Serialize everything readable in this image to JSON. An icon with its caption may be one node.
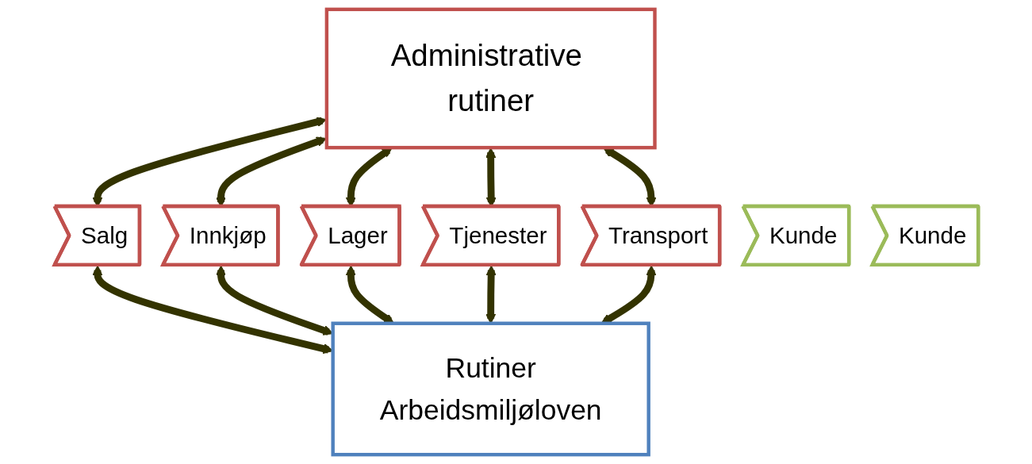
{
  "diagram": {
    "nodes": [
      {
        "text": [
          "Administrative rutiner"
        ]
      },
      {
        "text": [
          "Kunde"
        ]
      },
      {
        "text": [
          "Salg"
        ]
      },
      {
        "text": [
          "Innkjøp"
        ]
      },
      {
        "text": [
          "Lager"
        ]
      },
      {
        "text": [
          "Tjenester"
        ]
      },
      {
        "text": [
          "Transport"
        ]
      },
      {
        "text": [
          "Kunde"
        ]
      },
      {
        "text": [
          "Rutiner",
          "Arbeidsmiljøloven"
        ]
      }
    ],
    "edges": [
      {
        "from": 0,
        "to": 2,
        "arrow": "both"
      },
      {
        "from": 0,
        "to": 3,
        "arrow": "both"
      },
      {
        "from": 0,
        "to": 4,
        "arrow": "both"
      },
      {
        "from": 0,
        "to": 5,
        "arrow": "both"
      },
      {
        "from": 0,
        "to": 6,
        "arrow": "both"
      },
      {
        "from": 2,
        "to": 8,
        "arrow": "both"
      },
      {
        "from": 3,
        "to": 8,
        "arrow": "both"
      },
      {
        "from": 4,
        "to": 8,
        "arrow": "both"
      },
      {
        "from": 5,
        "to": 8,
        "arrow": "both"
      },
      {
        "from": 6,
        "to": 8,
        "arrow": "both"
      }
    ]
  }
}
